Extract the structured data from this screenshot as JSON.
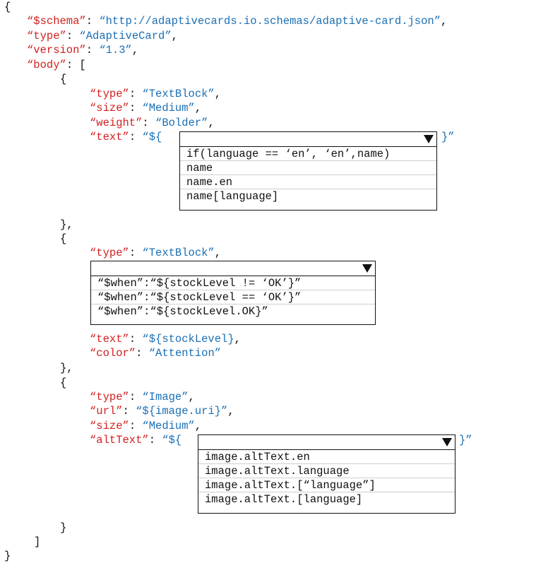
{
  "code": {
    "open_brace": "{",
    "schema_key": "“$schema”",
    "schema_val": "“http://adaptivecards.io.schemas/adaptive-card.json”",
    "type_key": "“type”",
    "type_val": "“AdaptiveCard”",
    "version_key": "“version”",
    "version_val": "“1.3”",
    "body_key": "“body”",
    "b1_type_key": "“type”",
    "b1_type_val": "“TextBlock”",
    "b1_size_key": "“size”",
    "b1_size_val": "“Medium”",
    "b1_weight_key": "“weight”",
    "b1_weight_val": "“Bolder”",
    "b1_text_key": "“text”",
    "b1_text_prefix": "“${",
    "b1_text_suffix": "}”",
    "b2_type_key": "“type”",
    "b2_type_val": "“TextBlock”",
    "b2_text_key": "“text”",
    "b2_text_val": "“${stockLevel}",
    "b2_color_key": "“color”",
    "b2_color_val": "“Attention”",
    "b3_type_key": "“type”",
    "b3_type_val": "“Image”",
    "b3_url_key": "“url”",
    "b3_url_val": "“${image.uri}”",
    "b3_size_key": "“size”",
    "b3_size_val": "“Medium”",
    "b3_alt_key": "“altText”",
    "b3_alt_prefix": "“${",
    "b3_alt_suffix": "}”"
  },
  "dropdowns": {
    "text_expr": {
      "selected": "",
      "options": [
        "if(language == ‘en’, ‘en’,name)",
        "name",
        "name.en",
        "name[language]"
      ]
    },
    "when_expr": {
      "selected": "",
      "options": [
        "“$when”:“${stockLevel != ‘OK’}”",
        "“$when”:“${stockLevel == ‘OK’}”",
        "“$when”:“${stockLevel.OK}”"
      ]
    },
    "alt_expr": {
      "selected": "",
      "options": [
        "image.altText.en",
        "image.altText.language",
        "image.altText.[“language”]",
        "image.altText.[language]"
      ]
    }
  },
  "colors": {
    "key": "#d21f1f",
    "value": "#1a6fb5",
    "punct": "#111111"
  },
  "icons": {
    "dropdown_arrow": "triangle-down-icon"
  }
}
